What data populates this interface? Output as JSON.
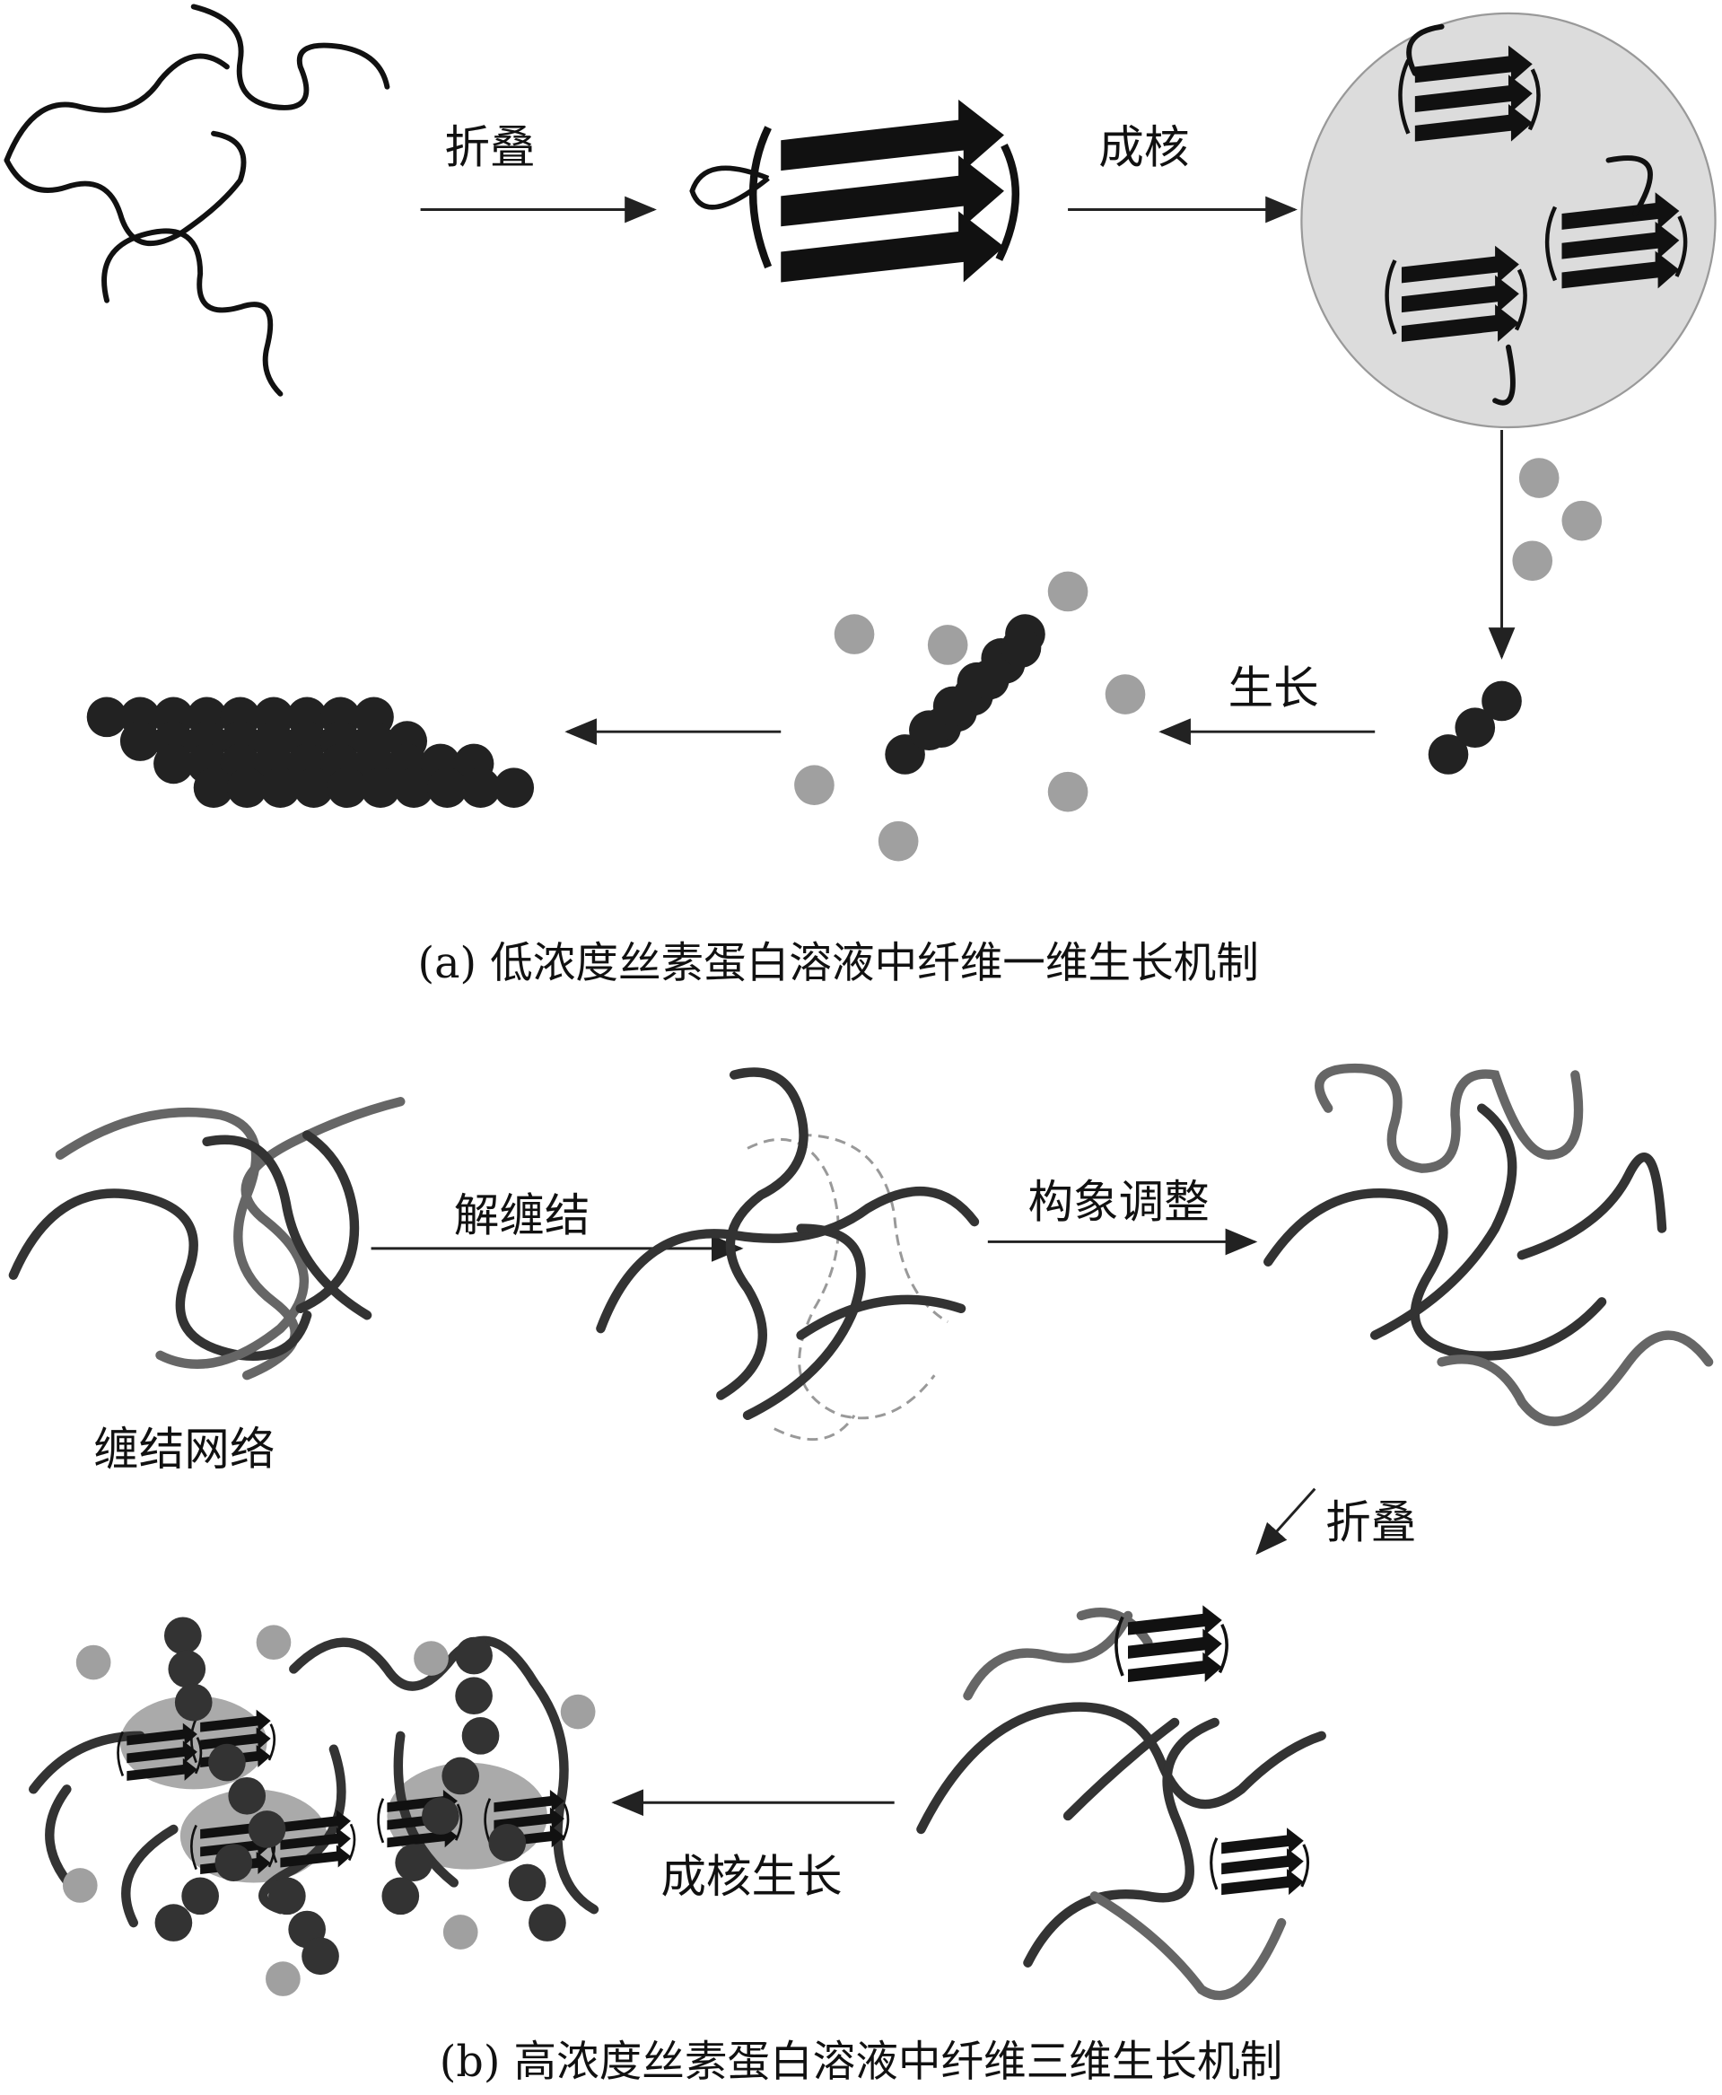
{
  "panel_a": {
    "step_fold": "折叠",
    "step_nucleation": "成核",
    "step_growth": "生长",
    "caption": "(a) 低浓度丝素蛋白溶液中纤维一维生长机制"
  },
  "panel_b": {
    "network_label": "缠结网络",
    "step_disentangle": "解缠结",
    "step_conformation": "构象调整",
    "step_fold": "折叠",
    "step_nucleation_growth": "成核生长",
    "caption": "(b) 高浓度丝素蛋白溶液中纤维三维生长机制"
  },
  "colors": {
    "dark": "#222222",
    "gray_dot": "#a0a0a0",
    "nucleus_bg": "#dcdcdc"
  }
}
